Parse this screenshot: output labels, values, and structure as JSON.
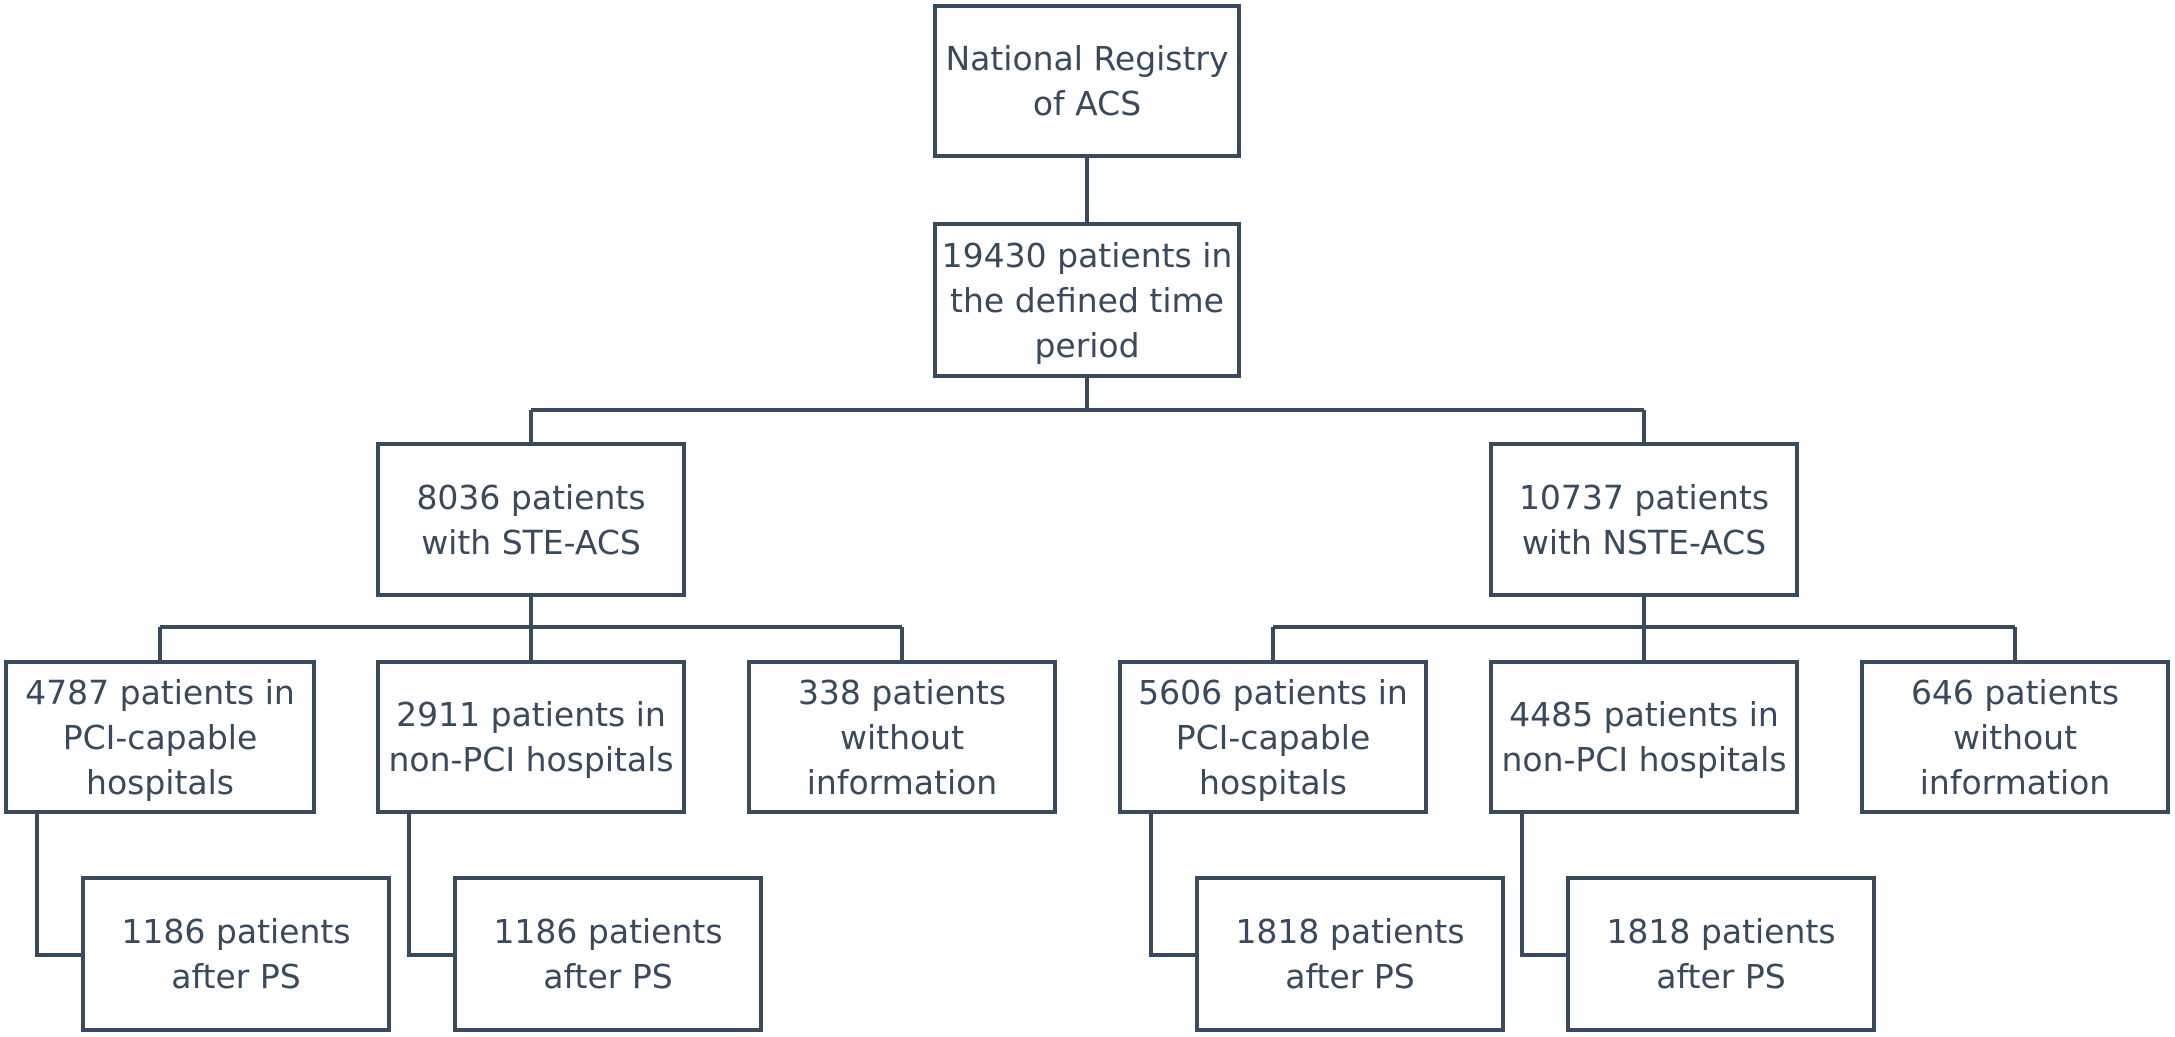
{
  "colors": {
    "line": "#3a4a5e",
    "text": "#3a4a5e",
    "background": "#ffffff"
  },
  "nodes": {
    "registry": {
      "lines": [
        "National Registry",
        "of ACS"
      ]
    },
    "total": {
      "lines": [
        "19430 patients in",
        "the defined time",
        "period"
      ]
    },
    "ste": {
      "lines": [
        "8036 patients",
        "with STE-ACS"
      ]
    },
    "nste": {
      "lines": [
        "10737 patients",
        "with NSTE-ACS"
      ]
    },
    "ste_pci": {
      "lines": [
        "4787 patients in",
        "PCI-capable",
        "hospitals"
      ]
    },
    "ste_nonpci": {
      "lines": [
        "2911 patients in",
        "non-PCI hospitals"
      ]
    },
    "ste_noinfo": {
      "lines": [
        "338 patients",
        "without",
        "information"
      ]
    },
    "nste_pci": {
      "lines": [
        "5606 patients in",
        "PCI-capable",
        "hospitals"
      ]
    },
    "nste_nonpci": {
      "lines": [
        "4485 patients in",
        "non-PCI hospitals"
      ]
    },
    "nste_noinfo": {
      "lines": [
        "646 patients",
        "without",
        "information"
      ]
    },
    "ste_pci_ps": {
      "lines": [
        "1186 patients",
        "after PS"
      ]
    },
    "ste_nonpci_ps": {
      "lines": [
        "1186 patients",
        "after PS"
      ]
    },
    "nste_pci_ps": {
      "lines": [
        "1818 patients",
        "after PS"
      ]
    },
    "nste_nonpci_ps": {
      "lines": [
        "1818 patients",
        "after PS"
      ]
    }
  }
}
